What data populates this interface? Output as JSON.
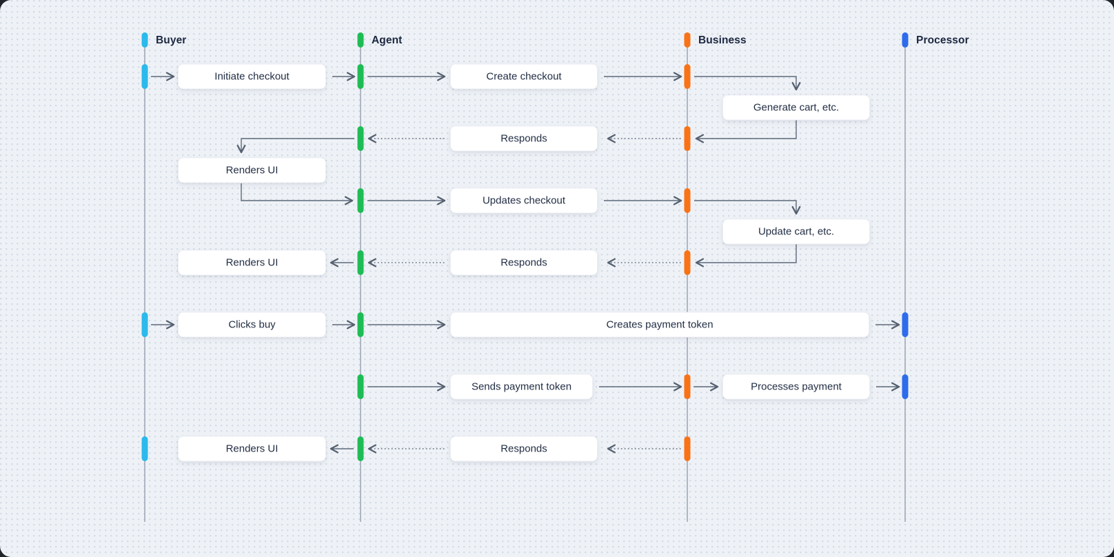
{
  "diagram": {
    "actors": [
      {
        "name": "Buyer",
        "color": "#2cb9ec"
      },
      {
        "name": "Agent",
        "color": "#1fbc55"
      },
      {
        "name": "Business",
        "color": "#f97316"
      },
      {
        "name": "Processor",
        "color": "#2e6ceb"
      }
    ],
    "messages": [
      {
        "label": "Initiate checkout",
        "from": "Buyer",
        "to": "Agent",
        "line": "solid"
      },
      {
        "label": "Create checkout",
        "from": "Agent",
        "to": "Business",
        "line": "solid"
      },
      {
        "label": "Generate cart, etc.",
        "from": "Business",
        "to": "Business",
        "line": "self-loop"
      },
      {
        "label": "Responds",
        "from": "Business",
        "to": "Agent",
        "line": "dotted"
      },
      {
        "label": "Renders UI",
        "from": "Agent",
        "to": "Buyer",
        "line": "self-loop"
      },
      {
        "label": "Updates checkout",
        "from": "Agent",
        "to": "Business",
        "line": "solid"
      },
      {
        "label": "Update cart, etc.",
        "from": "Business",
        "to": "Business",
        "line": "self-loop"
      },
      {
        "label": "Responds",
        "from": "Business",
        "to": "Agent",
        "line": "dotted"
      },
      {
        "label": "Renders UI",
        "from": "Agent",
        "to": "Buyer",
        "line": "solid"
      },
      {
        "label": "Clicks buy",
        "from": "Buyer",
        "to": "Agent",
        "line": "solid"
      },
      {
        "label": "Creates payment token",
        "from": "Agent",
        "to": "Processor",
        "line": "solid"
      },
      {
        "label": "Sends payment token",
        "from": "Agent",
        "to": "Business",
        "line": "solid"
      },
      {
        "label": "Processes payment",
        "from": "Business",
        "to": "Processor",
        "line": "solid"
      },
      {
        "label": "Responds",
        "from": "Business",
        "to": "Agent",
        "line": "dotted"
      },
      {
        "label": "Renders UI",
        "from": "Agent",
        "to": "Buyer",
        "line": "solid"
      }
    ]
  }
}
